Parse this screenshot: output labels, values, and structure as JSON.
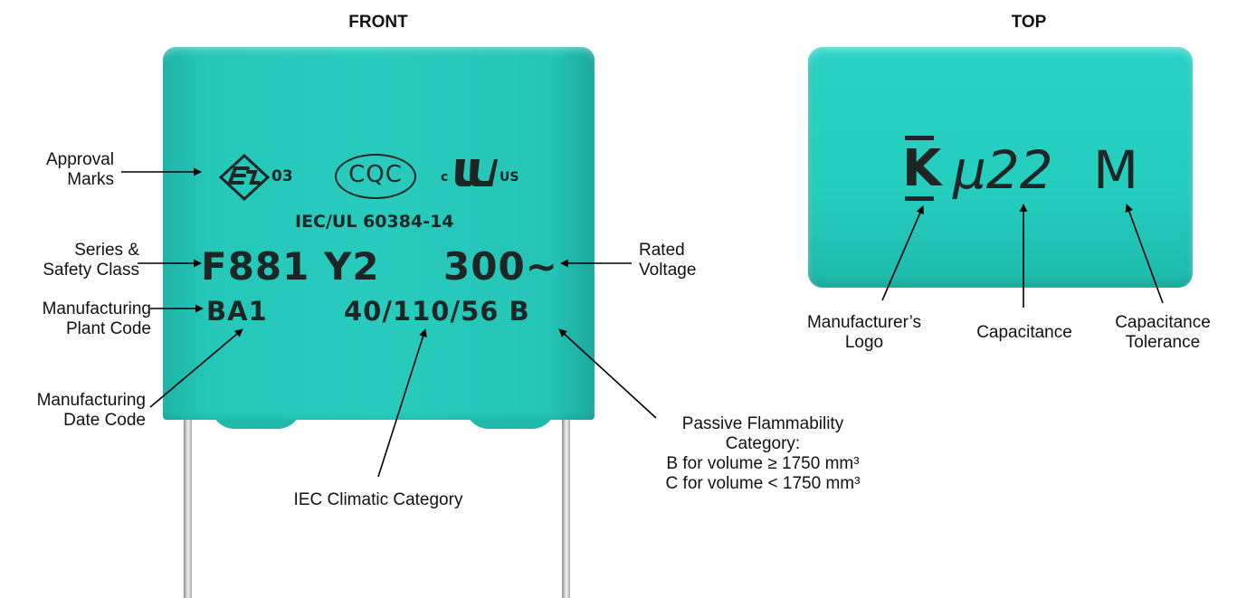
{
  "titles": {
    "front": "FRONT",
    "top": "TOP"
  },
  "front_markings": {
    "en_mark": "03",
    "cqc_mark": "CQC",
    "ul_prefix": "c",
    "ul_suffix": "US",
    "standard": "IEC/UL 60384-14",
    "series": "F881 Y2",
    "voltage": "300~",
    "plant_code": "BA1",
    "climatic": "40/110/56 B"
  },
  "top_markings": {
    "logo": "K",
    "capacitance": "μ22",
    "tolerance": "M"
  },
  "front_labels": {
    "approval": [
      "Approval",
      "Marks"
    ],
    "series": [
      "Series &",
      "Safety Class"
    ],
    "plant": [
      "Manufacturing",
      "Plant Code"
    ],
    "date": [
      "Manufacturing",
      "Date Code"
    ],
    "climatic": [
      "IEC Climatic Category"
    ],
    "voltage": [
      "Rated",
      "Voltage"
    ],
    "flammability": [
      "Passive Flammability",
      "Category:",
      "B for volume ≥ 1750 mm³",
      "C for volume < 1750 mm³"
    ]
  },
  "top_labels": {
    "logo": [
      "Manufacturer’s",
      "Logo"
    ],
    "capacitance": [
      "Capacitance"
    ],
    "tolerance": [
      "Capacitance",
      "Tolerance"
    ]
  },
  "colors": {
    "capacitor_body": "#28cbbd",
    "print": "#1d2624",
    "arrow": "#000000"
  }
}
